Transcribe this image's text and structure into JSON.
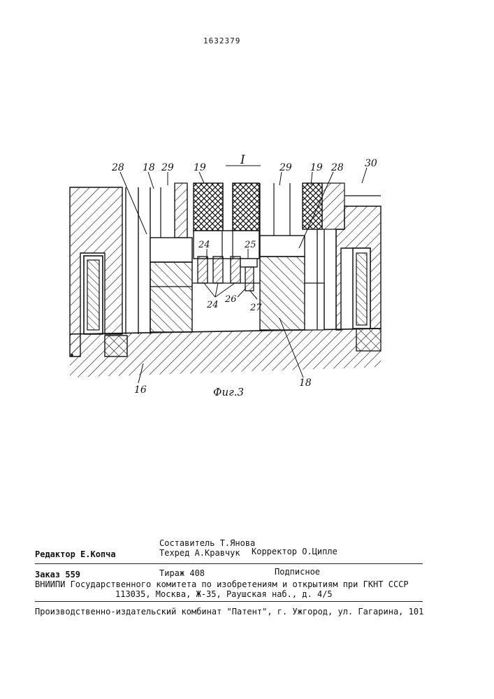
{
  "patent_number": "1632379",
  "figure": {
    "section_label": "I",
    "caption": "Фиг.3",
    "labels": {
      "l28a": "28",
      "l18a": "18",
      "l29a": "29",
      "l19a": "19",
      "l29b": "29",
      "l19b": "19",
      "l28b": "28",
      "l30": "30",
      "l24a": "24",
      "l25": "25",
      "l24b": "24",
      "l26": "26",
      "l27": "27",
      "l16": "16",
      "l18b": "18"
    }
  },
  "colophon": {
    "compiler": "Составитель Т.Янова",
    "editor": "Редактор Е.Копча",
    "techred": "Техред А.Кравчук",
    "corrector": "Корректор О.Ципле",
    "order": "Заказ 559",
    "circulation": "Тираж 408",
    "subscription": "Подписное",
    "institute": "ВНИИПИ Государственного комитета по изобретениям и открытиям при ГКНТ СССР",
    "address": "113035, Москва, Ж-35, Раушская наб., д. 4/5",
    "printer": "Производственно-издательский комбинат \"Патент\", г. Ужгород, ул. Гагарина, 101"
  }
}
